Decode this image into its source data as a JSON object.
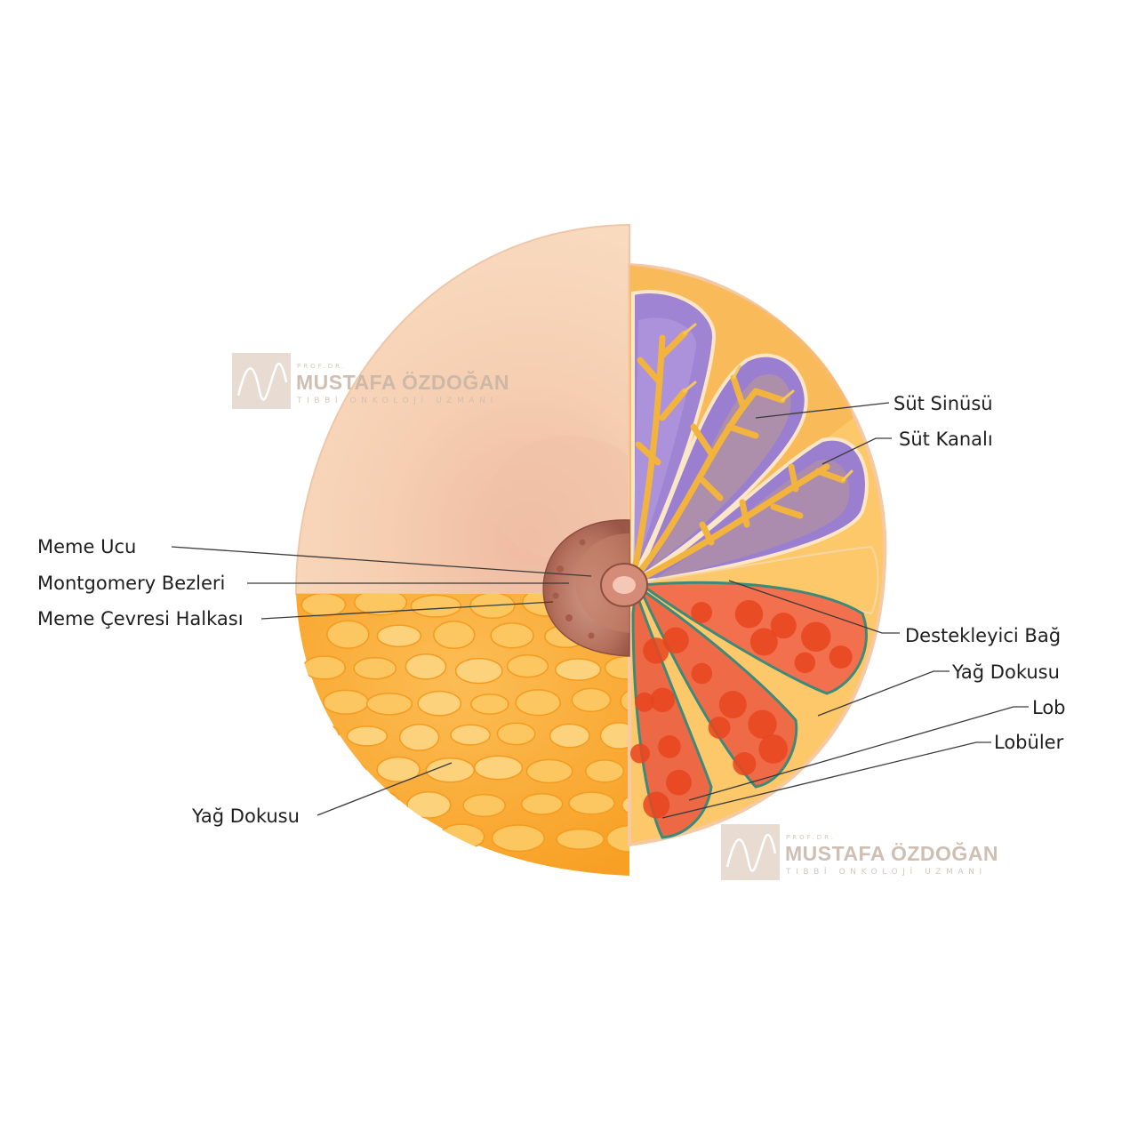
{
  "labels": {
    "nipple": "Meme Ucu",
    "montgomery": "Montgomery Bezleri",
    "areola": "Meme Çevresi Halkası",
    "fat_left": "Yağ Dokusu",
    "milk_sinus": "Süt Sinüsü",
    "milk_duct": "Süt Kanalı",
    "suspensory_ligament": "Destekleyici Bağ",
    "fat_right": "Yağ Dokusu",
    "lobe": "Lob",
    "lobules": "Lobüler"
  },
  "watermark": {
    "top": "PROF.DR.",
    "name": "MUSTAFA ÖZDOĞAN",
    "subtitle": "TIBBİ ONKOLOJİ UZMANI"
  },
  "colors": {
    "skin": "#f7d3b4",
    "fat": "#fbb13a",
    "fat_light": "#fdd78a",
    "lobe_purple": "#9b7fd0",
    "lobule_red": "#f0522a",
    "areola": "#b86f5e"
  },
  "icons": {
    "watermark_logo": "wave-logo-icon"
  }
}
